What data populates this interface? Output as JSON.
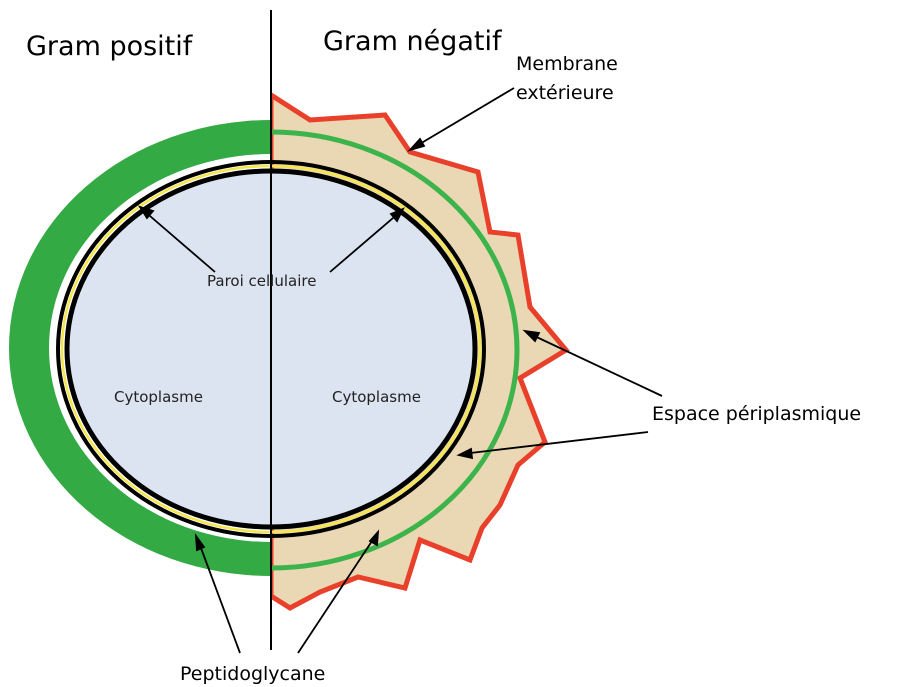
{
  "labels": {
    "gram_positive": "Gram positif",
    "gram_negative": "Gram négatif",
    "outer_membrane_line1": "Membrane",
    "outer_membrane_line2": "extérieure",
    "cell_wall": "Paroi cellulaire",
    "cytoplasm_left": "Cytoplasme",
    "cytoplasm_right": "Cytoplasme",
    "periplasmic_space": "Espace périplasmique",
    "peptidoglycan": "Peptidoglycane"
  },
  "colors": {
    "peptidoglycan_gram_positive": "#33aa44",
    "cytoplasm_fill": "#dbe4f0",
    "cell_membrane": "#000000",
    "membrane_inner_yellow": "#f5e64a",
    "periplasm_fill": "#ead8b4",
    "outer_membrane": "#e8402a",
    "thin_peptidoglycan": "#3cb44b"
  }
}
